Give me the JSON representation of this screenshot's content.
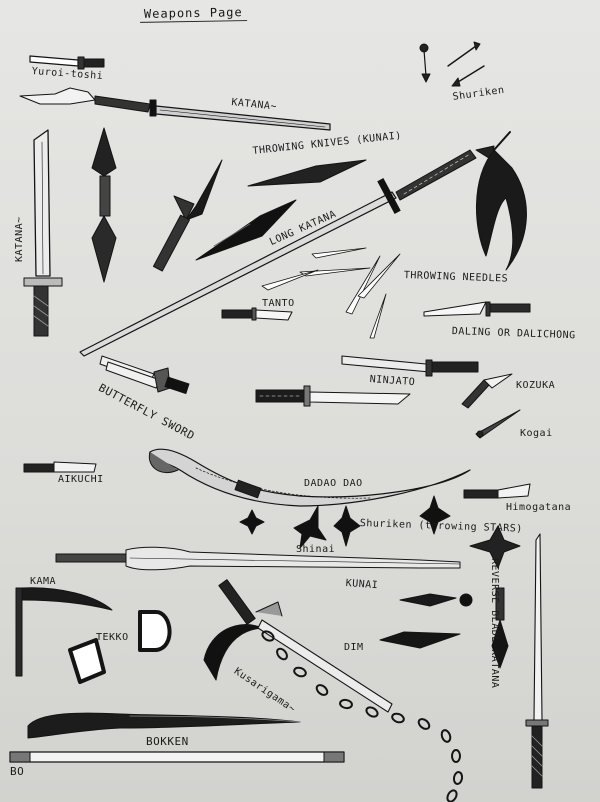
{
  "page_title": "Weapons Page",
  "labels": {
    "yuroi": "Yuroi-toshi",
    "katana_top": "KATANA~",
    "shuriken_top": "Shuriken",
    "katana_side": "KATANA~",
    "throwing_knives": "THROWING KNIVES (KUNAI)",
    "long_katana": "LONG KATANA",
    "throwing_needles": "THROWING NEEDLES",
    "tanto": "TANTO",
    "daling": "DALING OR DALICHONG",
    "ninjato": "NINJATO",
    "butterfly": "BUTTERFLY SWORD",
    "kozuka": "KOZUKA",
    "kogai": "Kogai",
    "aikuchi": "AIKUCHI",
    "dadao": "DADAO DAO",
    "himogatana": "Himogatana",
    "shuriken_stars": "Shuriken (throwing STARS)",
    "shinai": "Shinai",
    "kama": "KAMA",
    "kunai": "KUNAI",
    "tekko": "TEKKO",
    "reverse_blade": "REVERSE BLADE KATANA",
    "dim": "DIM",
    "kusarigama": "Kusarigama~",
    "bokken": "BOKKEN",
    "bo": "BO"
  },
  "ink_color": "#141414",
  "paper_color": "#e2e2e0"
}
